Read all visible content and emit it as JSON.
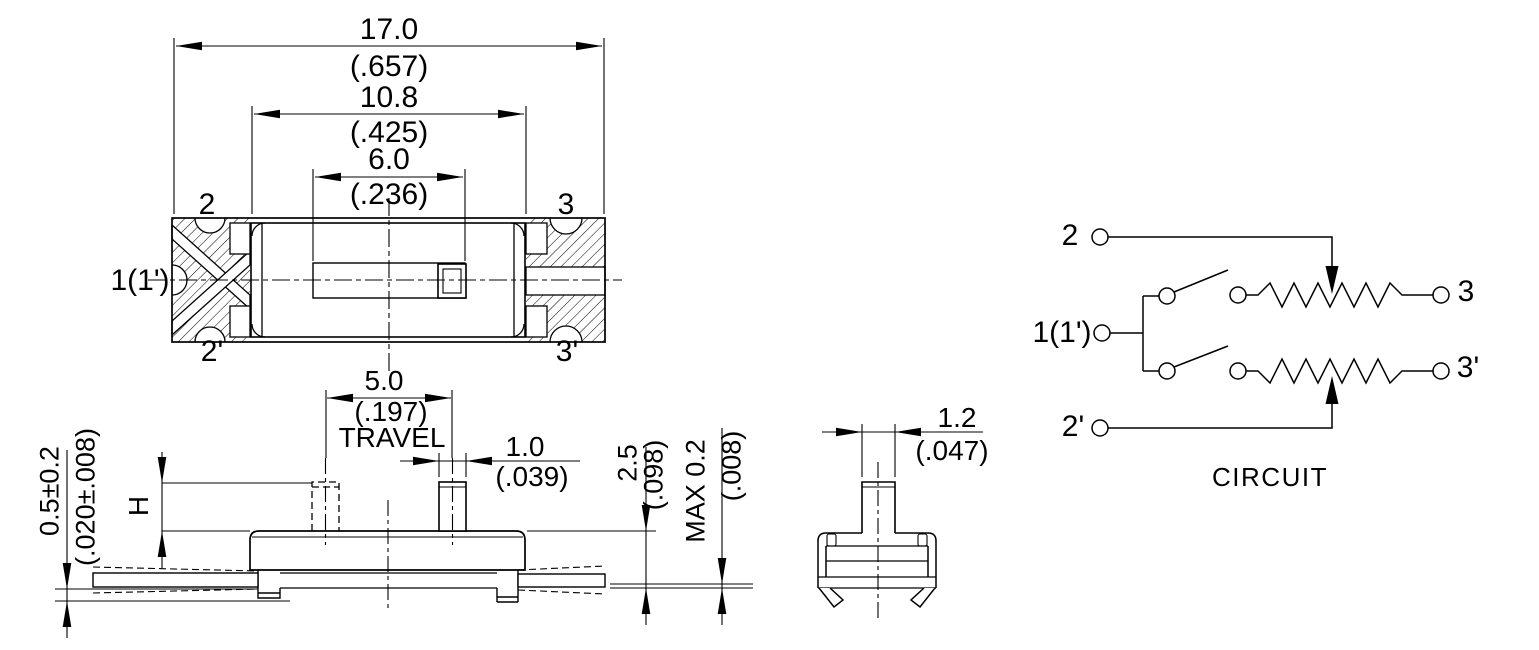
{
  "drawing": {
    "title": "slide-switch-outline-drawing",
    "ink_color": "#000000",
    "background_color": "#ffffff"
  },
  "top_view": {
    "pins": {
      "top_left": "2",
      "top_right": "3",
      "bottom_left": "2'",
      "bottom_right": "3'",
      "left": "1(1')"
    },
    "dims": {
      "overall_width": {
        "mm": "17.0",
        "inch": "(.657)"
      },
      "mount_width": {
        "mm": "10.8",
        "inch": "(.425)"
      },
      "slot_width": {
        "mm": "6.0",
        "inch": "(.236)"
      }
    }
  },
  "side_view": {
    "dims": {
      "travel": {
        "mm": "5.0",
        "inch": "(.197)",
        "label": "TRAVEL"
      },
      "knob_width": {
        "mm": "1.0",
        "inch": "(.039)"
      },
      "knob_height": {
        "label": "H"
      },
      "body_height": {
        "mm": "2.5",
        "inch": "(.098)"
      },
      "coplanarity": {
        "mm": "MAX 0.2",
        "inch": "(.008)"
      },
      "lead_thickness": {
        "mm": "0.5±0.2",
        "inch": "(.020±.008)"
      }
    }
  },
  "end_view": {
    "dims": {
      "knob_thickness": {
        "mm": "1.2",
        "inch": "(.047)"
      }
    }
  },
  "circuit": {
    "title": "CIRCUIT",
    "terminals": {
      "t2": "2",
      "t1": "1(1')",
      "t2p": "2'",
      "t3": "3",
      "t3p": "3'"
    }
  }
}
